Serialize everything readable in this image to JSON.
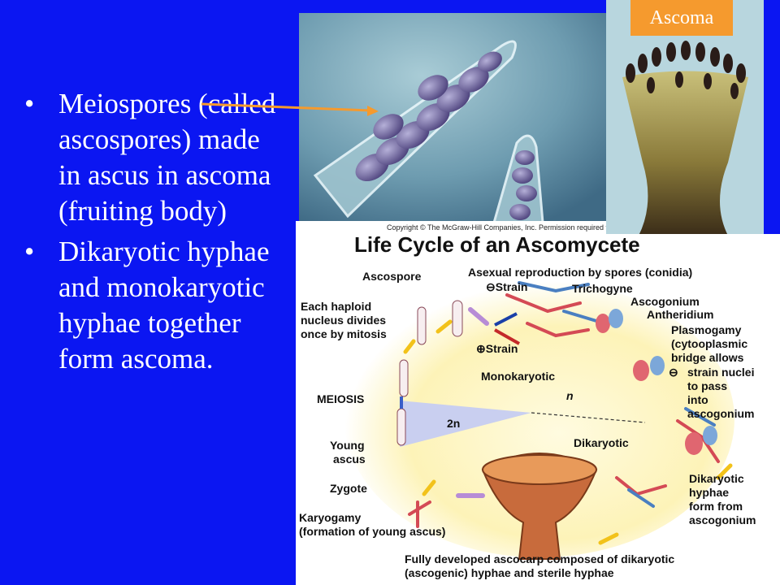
{
  "bullets": [
    {
      "symbol": "•",
      "text": "Meiospores (called ascospores) made in ascus in ascoma (fruiting body)"
    },
    {
      "symbol": "•",
      "text": "Dikaryotic hyphae and monokaryotic hyphae together form ascoma."
    }
  ],
  "ascoma_label": "Ascoma",
  "copyright": "Copyright © The McGraw-Hill Companies, Inc. Permission required f",
  "diagram": {
    "title": "Life Cycle of an Ascomycete",
    "ascospore": "Ascospore",
    "asexual": "Asexual reproduction by spores (conidia)",
    "minus_strain": "⊖Strain",
    "plus_strain": "⊕Strain",
    "trichogyne": "Trichogyne",
    "ascogonium": "Ascogonium",
    "antheridium": "Antheridium",
    "haploid_1": "Each haploid",
    "haploid_2": "nucleus divides",
    "haploid_3": "once by mitosis",
    "plasmogamy_1": "Plasmogamy",
    "plasmogamy_2": "(cytooplasmic",
    "plasmogamy_3": "bridge allows",
    "plasmogamy_4": "strain nuclei",
    "plasmogamy_5": "to pass",
    "plasmogamy_6": "into",
    "plasmogamy_7": "ascogonium",
    "minus_sign": "⊖",
    "monokaryotic": "Monokaryotic",
    "n": "n",
    "meiosis": "MEIOSIS",
    "two_n": "2n",
    "dikaryotic": "Dikaryotic",
    "young_ascus_1": "Young",
    "young_ascus_2": "ascus",
    "zygote": "Zygote",
    "dik_hyphae_1": "Dikaryotic",
    "dik_hyphae_2": "hyphae",
    "dik_hyphae_3": "form from",
    "dik_hyphae_4": "ascogonium",
    "karyogamy_1": "Karyogamy",
    "karyogamy_2": "(formation of young ascus)",
    "ascocarp_1": "Fully developed ascocarp composed of dikaryotic",
    "ascocarp_2": "(ascogenic) hyphae and sterile hyphae"
  },
  "colors": {
    "background": "#0b16f2",
    "arrow": "#f59a2e",
    "label_bg": "#f59a2e"
  }
}
